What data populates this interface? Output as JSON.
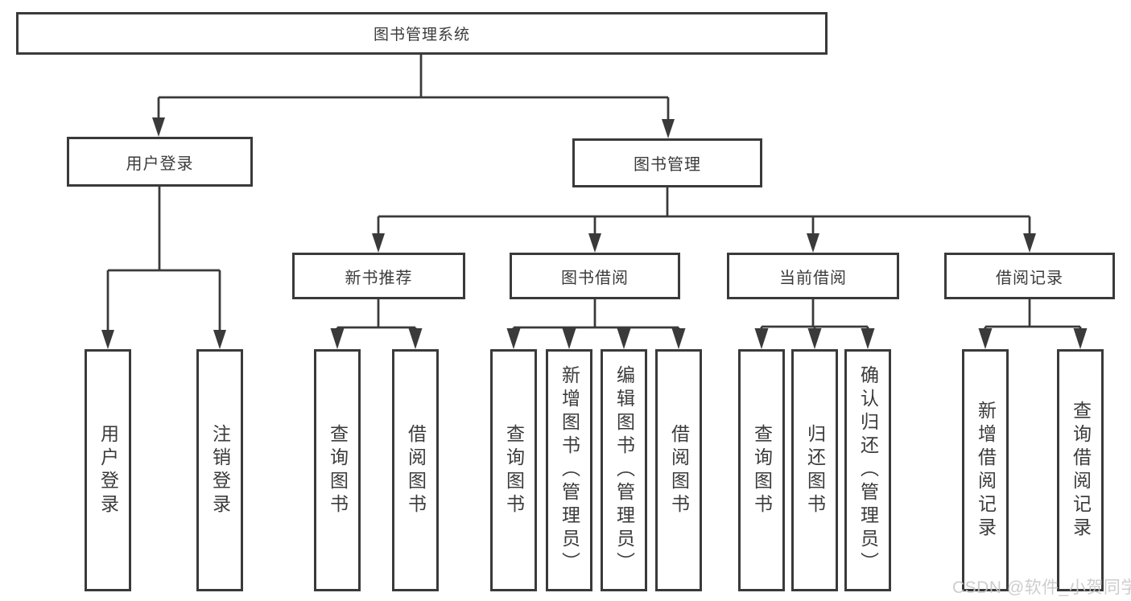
{
  "diagram": {
    "root": {
      "label": "图书管理系统"
    },
    "branches": [
      {
        "label": "用户登录"
      },
      {
        "label": "图书管理"
      }
    ],
    "categories": [
      {
        "label": "新书推荐",
        "parent": "图书管理"
      },
      {
        "label": "图书借阅",
        "parent": "图书管理"
      },
      {
        "label": "当前借阅",
        "parent": "图书管理"
      },
      {
        "label": "借阅记录",
        "parent": "图书管理"
      }
    ],
    "leaves": [
      {
        "label": "用户登录",
        "parent": "用户登录"
      },
      {
        "label": "注销登录",
        "parent": "用户登录"
      },
      {
        "label": "查询图书",
        "parent": "新书推荐"
      },
      {
        "label": "借阅图书",
        "parent": "新书推荐"
      },
      {
        "label": "查询图书",
        "parent": "图书借阅"
      },
      {
        "label": "新增图书（管理员）",
        "parent": "图书借阅"
      },
      {
        "label": "编辑图书（管理员）",
        "parent": "图书借阅"
      },
      {
        "label": "借阅图书",
        "parent": "图书借阅"
      },
      {
        "label": "查询图书",
        "parent": "当前借阅"
      },
      {
        "label": "归还图书",
        "parent": "当前借阅"
      },
      {
        "label": "确认归还（管理员）",
        "parent": "当前借阅"
      },
      {
        "label": "新增借阅记录",
        "parent": "借阅记录"
      },
      {
        "label": "查询借阅记录",
        "parent": "借阅记录"
      }
    ],
    "colors": {
      "line": "#3a3a3a",
      "text": "#3b3b3b",
      "background": "#ffffff"
    }
  },
  "watermark": {
    "text": "CSDN @软件_小贺同学",
    "color": "#c8c8c8"
  }
}
